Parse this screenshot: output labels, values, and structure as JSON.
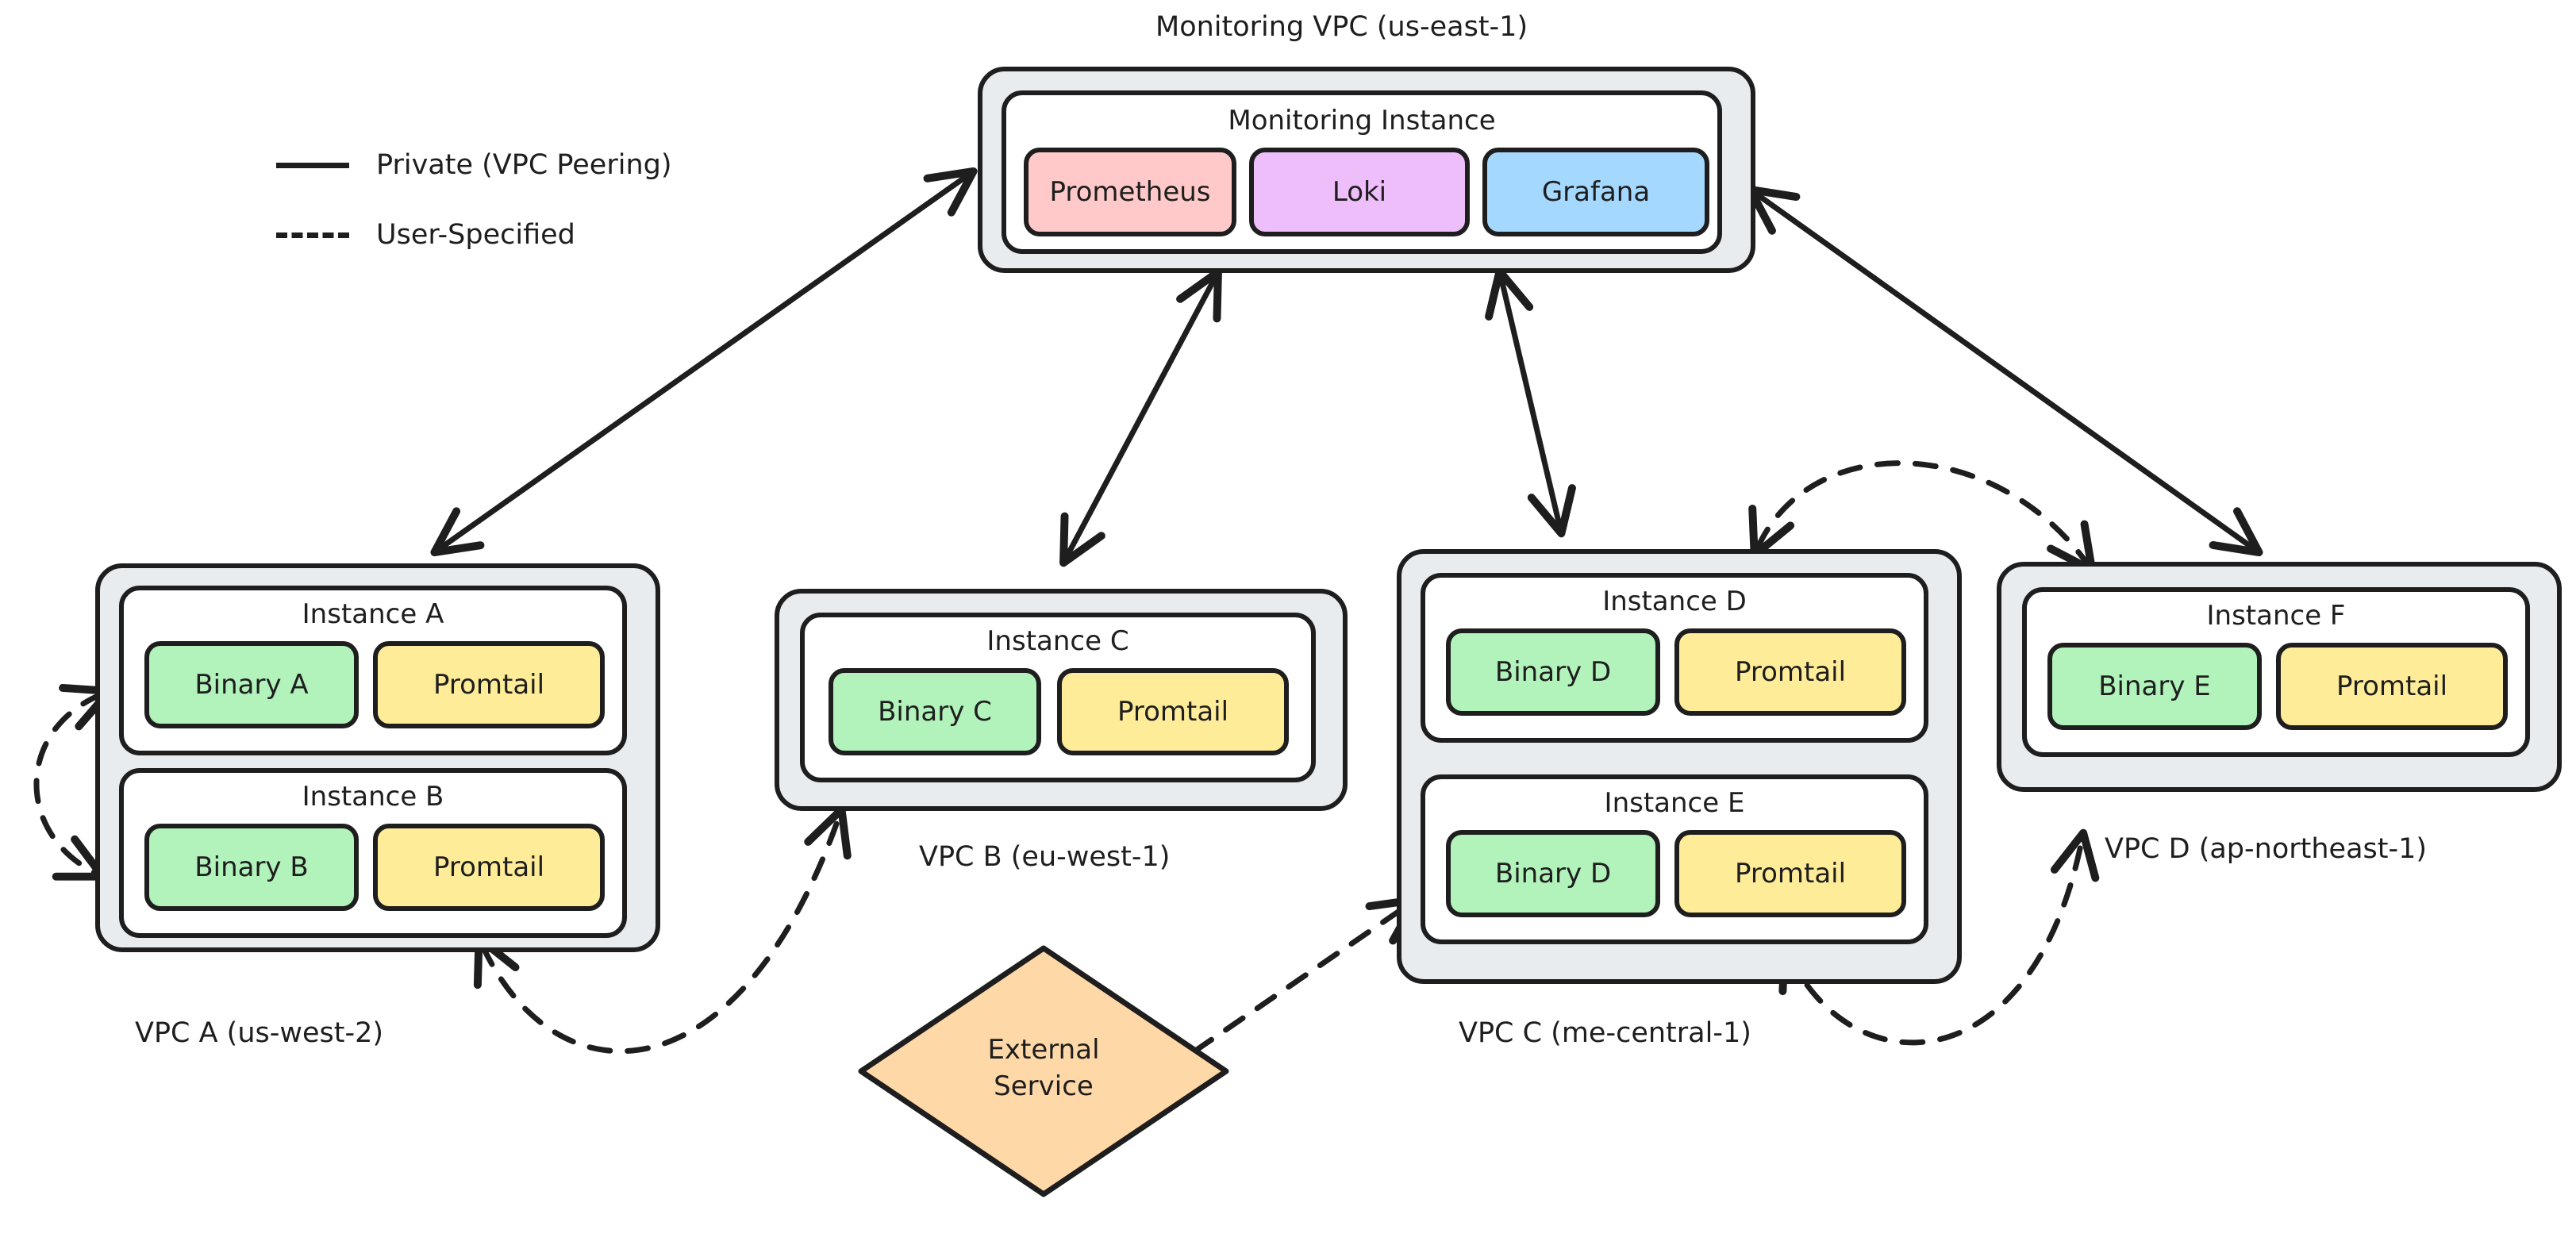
{
  "title": "Multi-region monitoring architecture diagram",
  "legend": {
    "items": [
      {
        "style": "solid",
        "label": "Private (VPC Peering)"
      },
      {
        "style": "dashed",
        "label": "User-Specified"
      }
    ]
  },
  "monitoring": {
    "vpc_caption": "Monitoring VPC (us-east-1)",
    "instance_title": "Monitoring Instance",
    "services": [
      {
        "label": "Prometheus",
        "color": "#ffc9c9"
      },
      {
        "label": "Loki",
        "color": "#eebefa"
      },
      {
        "label": "Grafana",
        "color": "#a5d8ff"
      }
    ]
  },
  "vpcs": [
    {
      "id": "vpc-a",
      "caption": "VPC A (us-west-2)",
      "instances": [
        {
          "title": "Instance A",
          "services": [
            {
              "label": "Binary A",
              "color": "#b2f2bb"
            },
            {
              "label": "Promtail",
              "color": "#ffec99"
            }
          ]
        },
        {
          "title": "Instance B",
          "services": [
            {
              "label": "Binary B",
              "color": "#b2f2bb"
            },
            {
              "label": "Promtail",
              "color": "#ffec99"
            }
          ]
        }
      ]
    },
    {
      "id": "vpc-b",
      "caption": "VPC B (eu-west-1)",
      "instances": [
        {
          "title": "Instance C",
          "services": [
            {
              "label": "Binary C",
              "color": "#b2f2bb"
            },
            {
              "label": "Promtail",
              "color": "#ffec99"
            }
          ]
        }
      ]
    },
    {
      "id": "vpc-c",
      "caption": "VPC C (me-central-1)",
      "instances": [
        {
          "title": "Instance D",
          "services": [
            {
              "label": "Binary D",
              "color": "#b2f2bb"
            },
            {
              "label": "Promtail",
              "color": "#ffec99"
            }
          ]
        },
        {
          "title": "Instance E",
          "services": [
            {
              "label": "Binary D",
              "color": "#b2f2bb"
            },
            {
              "label": "Promtail",
              "color": "#ffec99"
            }
          ]
        }
      ]
    },
    {
      "id": "vpc-d",
      "caption": "VPC D (ap-northeast-1)",
      "instances": [
        {
          "title": "Instance F",
          "services": [
            {
              "label": "Binary E",
              "color": "#b2f2bb"
            },
            {
              "label": "Promtail",
              "color": "#ffec99"
            }
          ]
        }
      ]
    }
  ],
  "external": {
    "line1": "External",
    "line2": "Service"
  },
  "connections": [
    {
      "from": "monitoring-vpc",
      "to": "vpc-a",
      "style": "solid",
      "arrows": "both"
    },
    {
      "from": "monitoring-vpc",
      "to": "vpc-b",
      "style": "solid",
      "arrows": "both"
    },
    {
      "from": "monitoring-vpc",
      "to": "vpc-c",
      "style": "solid",
      "arrows": "both"
    },
    {
      "from": "monitoring-vpc",
      "to": "vpc-d",
      "style": "solid",
      "arrows": "both"
    },
    {
      "from": "instance-a",
      "to": "instance-b",
      "style": "dashed",
      "arrows": "both"
    },
    {
      "from": "vpc-a",
      "to": "vpc-b",
      "style": "dashed",
      "arrows": "both"
    },
    {
      "from": "vpc-c",
      "to": "vpc-d",
      "style": "dashed",
      "arrows": "both"
    },
    {
      "from": "vpc-c-top",
      "to": "vpc-d-top",
      "style": "dashed",
      "arrows": "both"
    },
    {
      "from": "external-service",
      "to": "vpc-c",
      "style": "dashed",
      "arrows": "to"
    }
  ],
  "palette": {
    "ink": "#1e1e1e",
    "vpc_fill": "#e9ecef",
    "instance_fill": "#ffffff",
    "background": "#ffffff"
  }
}
